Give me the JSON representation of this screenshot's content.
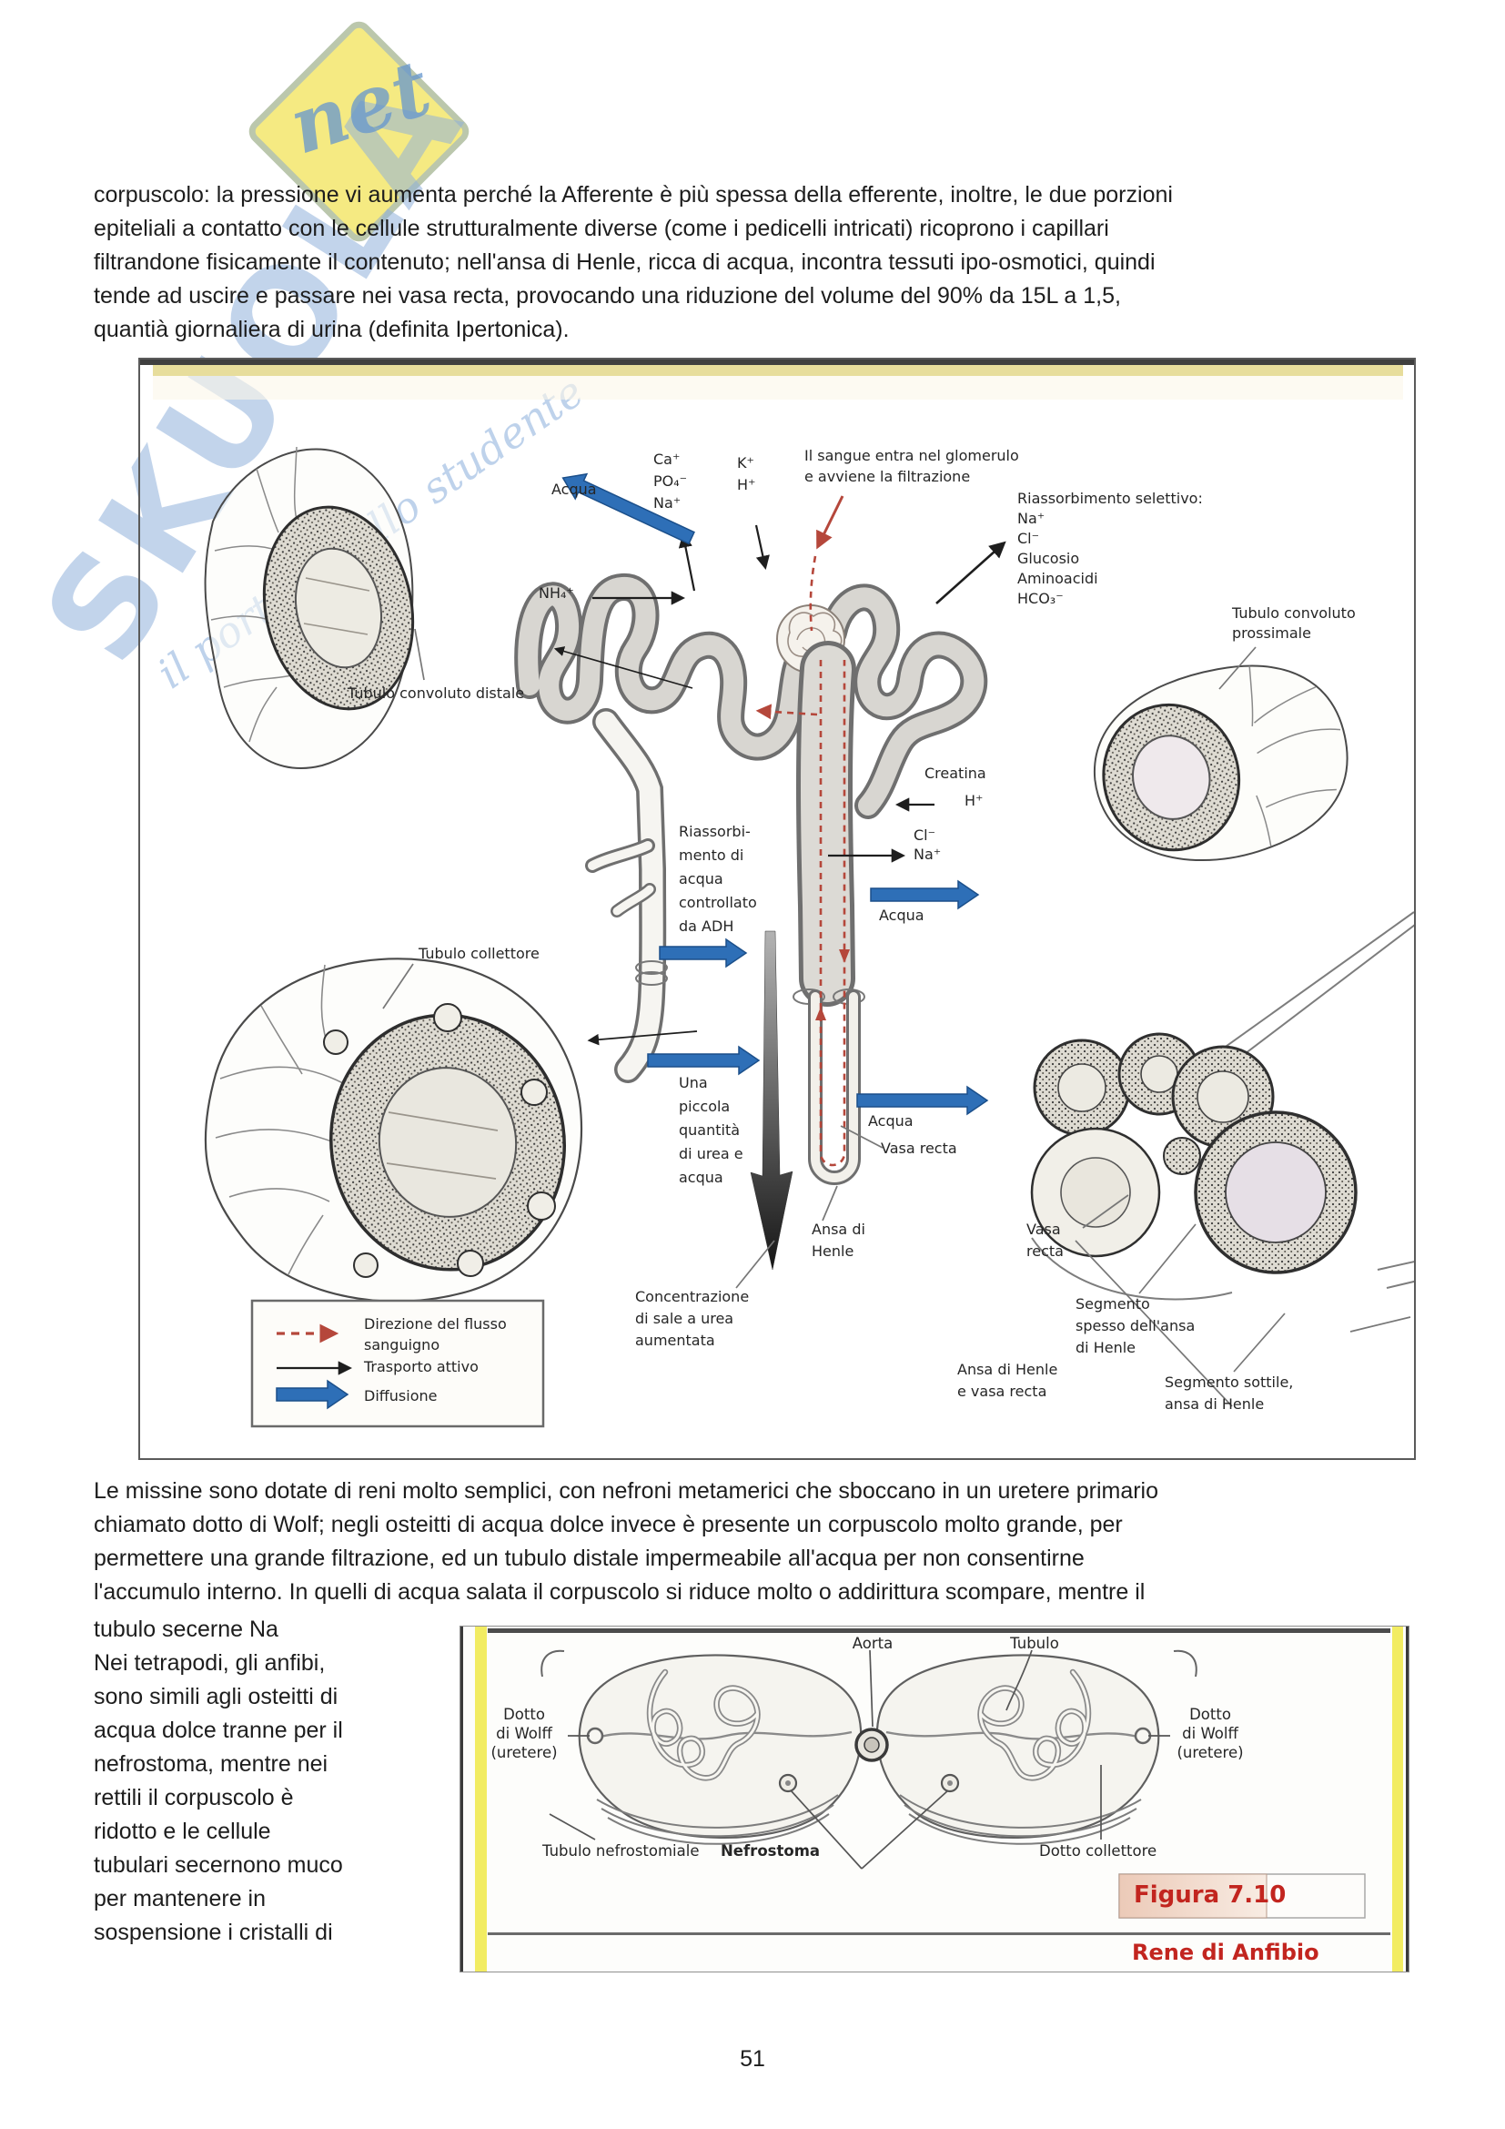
{
  "page": {
    "number": "51"
  },
  "watermark": {
    "brand": "SKUOLA",
    "net": "net",
    "slogan": "il portale dello studente"
  },
  "colors": {
    "diffusion_arrow_blue": "#2e6fb7",
    "blood_flow_red": "#b5473b",
    "caption_red": "#c2251f",
    "watermark_blue": "#91b2da",
    "watermark_yellow": "#f4e874",
    "figure_band_yellow": "#e7dd9c",
    "figure2_edge_yellow": "#f2ec62"
  },
  "paragraph1": {
    "lines": [
      "corpuscolo: la pressione vi aumenta perché la Afferente è più spessa della efferente, inoltre, le due porzioni",
      "epiteliali a contatto con le cellule strutturalmente diverse (come i pedicelli intricati) ricoprono i capillari",
      "filtrandone fisicamente il contenuto; nell'ansa di Henle, ricca di acqua, incontra tessuti ipo-osmotici, quindi",
      "tende ad uscire e passare nei vasa recta, provocando una riduzione del volume del 90% da 15L a 1,5,",
      "quantià giornaliera di urina (definita Ipertonica)."
    ]
  },
  "paragraph2": {
    "lines": [
      "Le missine sono dotate di reni molto semplici, con nefroni metamerici che sboccano in un uretere primario",
      "chiamato dotto di Wolf; negli osteitti di acqua dolce invece è presente un corpuscolo molto grande, per",
      "permettere una grande filtrazione, ed un tubulo distale impermeabile all'acqua per non consentirne",
      "l'accumulo interno. In quelli di acqua salata il corpuscolo si riduce molto o addirittura scompare, mentre il"
    ]
  },
  "left_column": {
    "lines": [
      "tubulo secerne Na",
      "Nei tetrapodi, gli anfibi,",
      "sono simili agli osteitti di",
      "acqua dolce tranne per il",
      "nefrostoma, mentre nei",
      "rettili il corpuscolo è",
      "ridotto e le cellule",
      "tubulari secernono muco",
      "per mantenere in",
      "sospensione i cristalli di"
    ]
  },
  "figure1": {
    "labels": {
      "acqua_top": "Acqua",
      "ca_po_na": [
        "Ca⁺",
        "PO₄⁻",
        "Na⁺"
      ],
      "k_h": [
        "K⁺",
        "H⁺"
      ],
      "sangue": [
        "Il sangue entra nel glomerulo",
        "e avviene la filtrazione"
      ],
      "riassorbimento_selettivo": [
        "Riassorbimento selettivo:",
        "Na⁺",
        "Cl⁻",
        "Glucosio",
        "Aminoacidi",
        "HCO₃⁻"
      ],
      "tubulo_convoluto_prossimale": [
        "Tubulo convoluto",
        "prossimale"
      ],
      "nh4": "NH₄⁺",
      "tubulo_convoluto_distale": "Tubulo convoluto distale",
      "riassorbimento_adh": [
        "Riassorbi-",
        "mento di",
        "acqua",
        "controllato",
        "da ADH"
      ],
      "creatina": "Creatina",
      "h_plus": "H⁺",
      "cl_na": [
        "Cl⁻",
        "Na⁺"
      ],
      "acqua_right": "Acqua",
      "tubulo_collettore": "Tubulo collettore",
      "una_piccola": [
        "Una",
        "piccola",
        "quantità",
        "di urea e",
        "acqua"
      ],
      "acqua_bottom": "Acqua",
      "vasa_recta_mid": "Vasa recta",
      "ansa_di_henle": [
        "Ansa di",
        "Henle"
      ],
      "concentrazione": [
        "Concentrazione",
        "di sale a urea",
        "aumentata"
      ],
      "vasa_recta_right": [
        "Vasa",
        "recta"
      ],
      "segmento_spesso": [
        "Segmento",
        "spesso dell'ansa",
        "di Henle"
      ],
      "ansa_vasa": [
        "Ansa di Henle",
        "e vasa recta"
      ],
      "segmento_sottile": [
        "Segmento sottile,",
        "ansa di Henle"
      ]
    },
    "legend": {
      "direzione": [
        "Direzione del flusso",
        "sanguigno"
      ],
      "trasporto": "Trasporto attivo",
      "diffusione": "Diffusione"
    }
  },
  "figure2": {
    "labels": {
      "aorta": "Aorta",
      "tubulo": "Tubulo",
      "dotto_wolff_left": [
        "Dotto",
        "di Wolff",
        "(uretere)"
      ],
      "dotto_wolff_right": [
        "Dotto",
        "di Wolff",
        "(uretere)"
      ],
      "tubulo_nefrostomiale": "Tubulo nefrostomiale",
      "nefrostoma": "Nefrostoma",
      "dotto_collettore": "Dotto collettore"
    },
    "caption": {
      "figure": "Figura 7.10",
      "title": "Rene di Anfibio"
    }
  }
}
